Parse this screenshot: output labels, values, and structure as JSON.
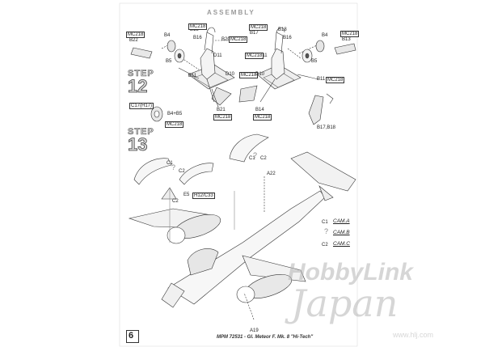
{
  "header": {
    "assembly_title": "ASSEMBLY"
  },
  "steps": [
    {
      "word": "STEP",
      "number": "12"
    },
    {
      "word": "STEP",
      "number": "13"
    }
  ],
  "step12_labels": {
    "mc218_left_top": "MC218",
    "b22": "B22",
    "b4_left": "B4",
    "b5_left": "B5",
    "b18": "B18",
    "mc218_left_mid": "MC218",
    "b16_left": "B16",
    "b20": "B20",
    "mc218_b20": "MC218",
    "d11_left": "D11",
    "b11_left": "B11",
    "d10_left": "D10",
    "b21": "B21",
    "mc218_b21": "MC218",
    "b17_right": "B17",
    "mc218_right_top": "MC218",
    "b18_right": "B18",
    "b16_right": "B16",
    "b4_right": "B4",
    "mc218_b13": "MC218",
    "b13": "B13",
    "d11_right": "D11",
    "mc218_d11_right": "MC218",
    "mc218_d10": "MC218",
    "d10_right": "D10",
    "b5_right": "B5",
    "b11_right": "B11",
    "mc218_b11_right": "MC218",
    "b14": "B14",
    "mc218_b14": "MC218",
    "c17h17": "C17(H17)",
    "b4_b5": "B4+B5",
    "mc218_wheel": "MC218",
    "b17_b18": "B17,B18"
  },
  "step13_labels": {
    "c1_top": "C1",
    "c2_top": "C2",
    "c1_left": "C1",
    "c2_left": "C2",
    "e5": "E5",
    "h12_c33": "H12/C33",
    "c2_lower": "C2",
    "a22": "A22",
    "a19": "A19",
    "question": "?"
  },
  "camo_legend": [
    {
      "part": "C1",
      "mark": "",
      "name": "CAM.A"
    },
    {
      "part": "",
      "mark": "?",
      "name": "CAM.B"
    },
    {
      "part": "C2",
      "mark": "",
      "name": "CAM.C"
    }
  ],
  "footer": {
    "caption": "MPM 72531 - Gl. Meteor F. Mk. 8 \"Hi-Tech\"",
    "page_number": "6"
  },
  "watermark": {
    "brand": "HobbyLink",
    "sub": "Japan",
    "url": "www.hlj.com"
  }
}
